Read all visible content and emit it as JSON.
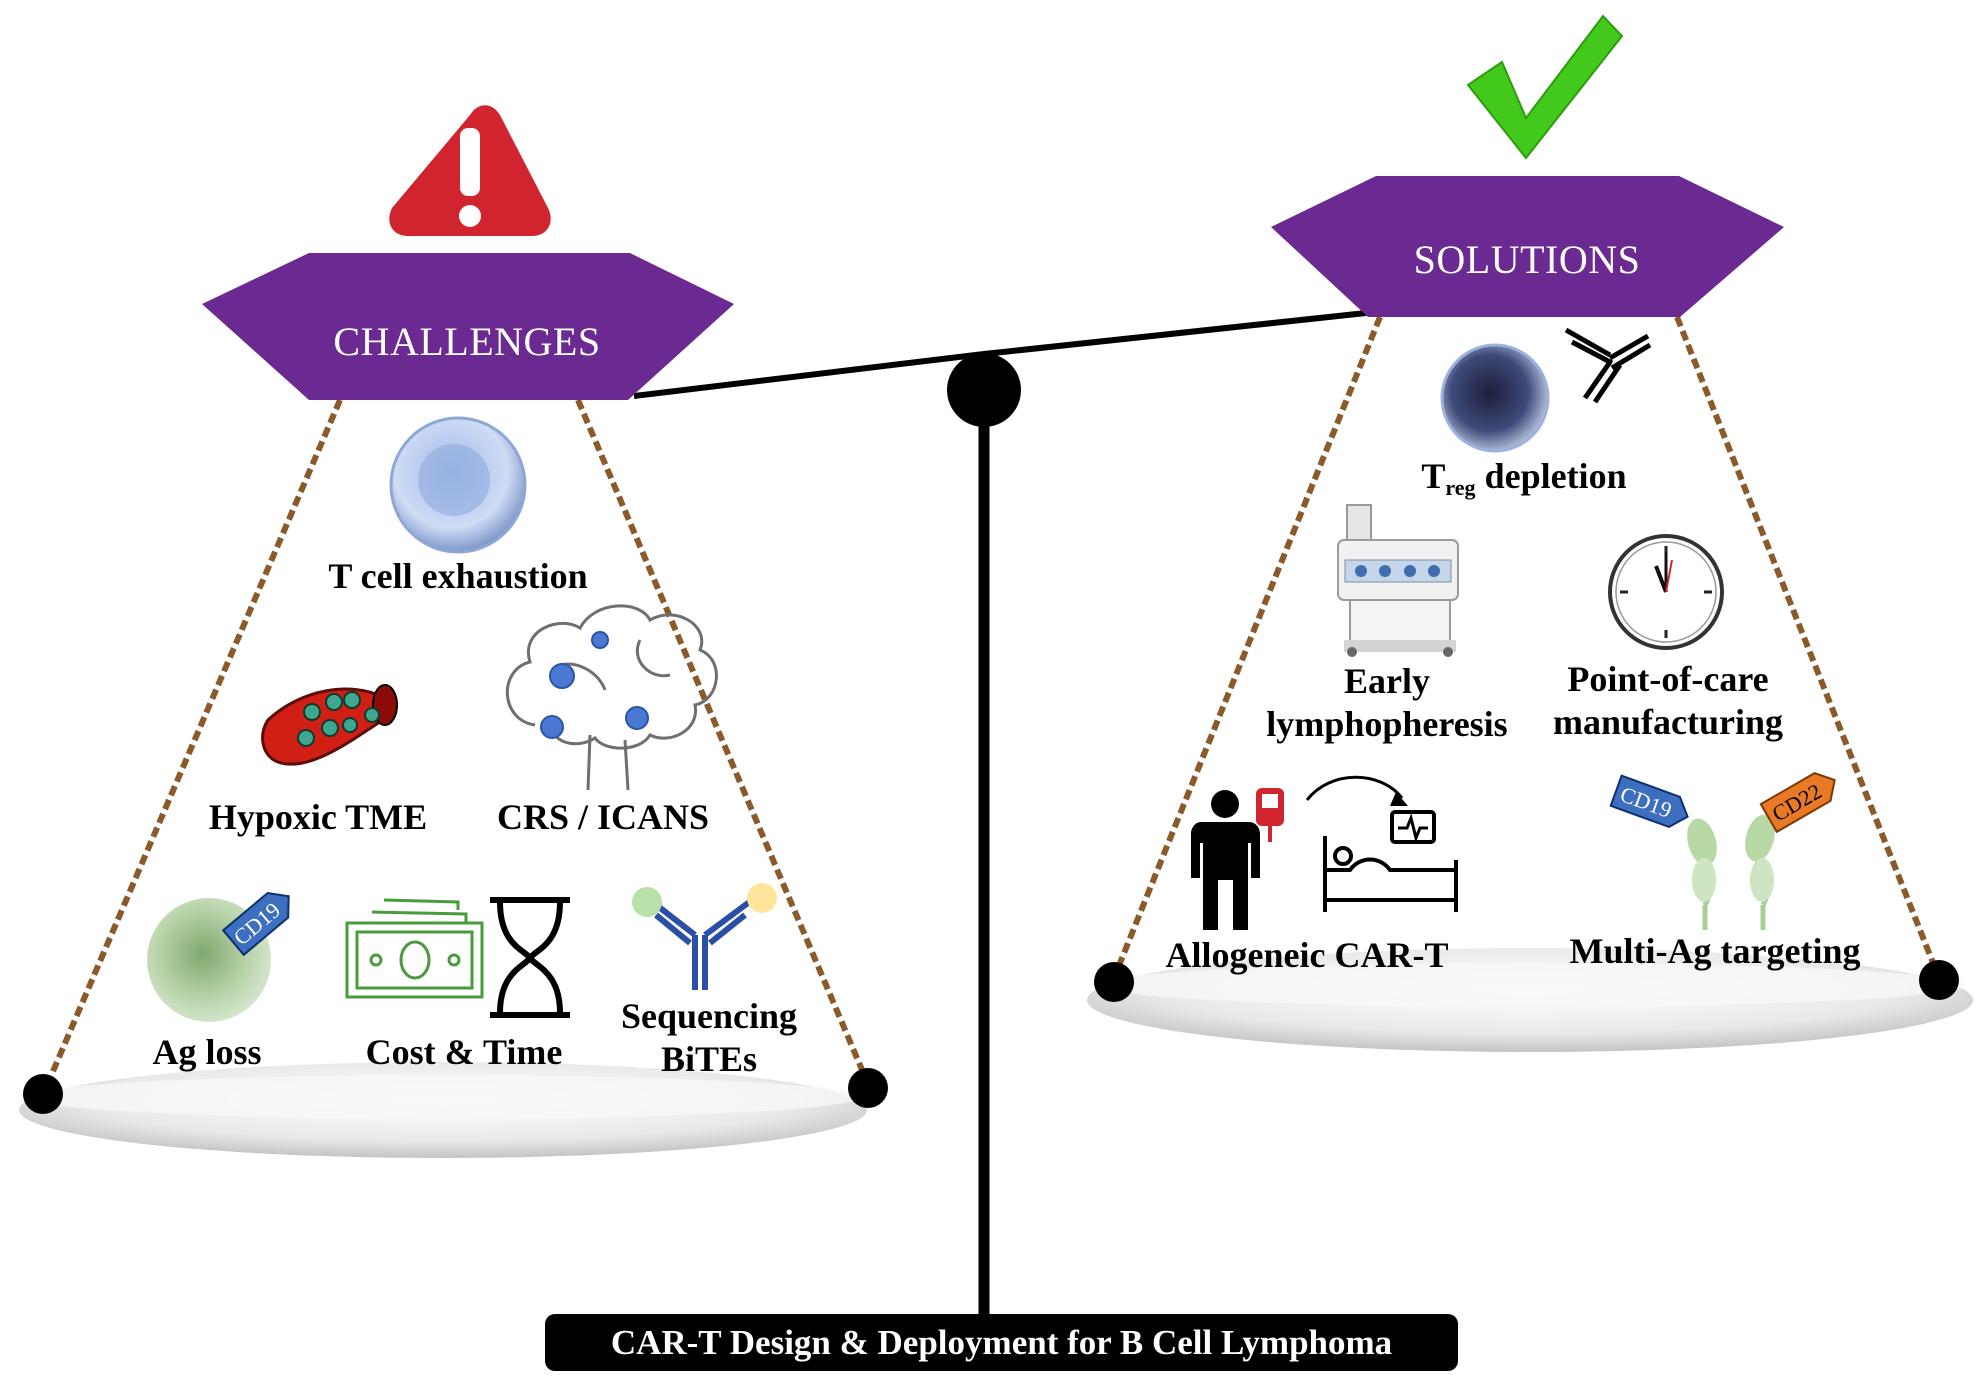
{
  "challenges": {
    "title": "CHALLENGES",
    "items": {
      "t_cell_exhaustion": "T  cell exhaustion",
      "hypoxic_tme": "Hypoxic TME",
      "crs_icans": "CRS / ICANS",
      "ag_loss": "Ag loss",
      "cd19_tag": "CD19",
      "cost_time": "Cost & Time",
      "sequencing_line1": "Sequencing",
      "sequencing_line2": "BiTEs"
    }
  },
  "solutions": {
    "title": "SOLUTIONS",
    "items": {
      "treg_main": "T",
      "treg_sub": "reg",
      "treg_rest": " depletion",
      "early_line1": "Early",
      "early_line2": "lymphopheresis",
      "poc_line1": "Point-of-care",
      "poc_line2": "manufacturing",
      "allogeneic": "Allogeneic CAR-T",
      "multi_ag": "Multi-Ag targeting",
      "cd19_tag": "CD19",
      "cd22_tag": "CD22"
    }
  },
  "footer": "CAR-T Design & Deployment for B Cell Lymphoma",
  "colors": {
    "pan_header": "#6b2a92",
    "warning": "#d0252f",
    "check": "#43c91b",
    "chain": "#8a5a2b",
    "cd19_tag": "#3c6fc0",
    "cd22_tag": "#e87a26",
    "antibody": "#2b4fa6"
  },
  "icons": [
    "warning-icon",
    "check-icon",
    "cell-icon",
    "blood-vessel-icon",
    "brain-icon",
    "antigen-cell-icon",
    "money-icon",
    "hourglass-icon",
    "antibody-icon",
    "treg-cell-icon",
    "apheresis-machine-icon",
    "clock-icon",
    "person-icon",
    "blood-bag-icon",
    "hospital-bed-icon",
    "receptor-icon"
  ]
}
